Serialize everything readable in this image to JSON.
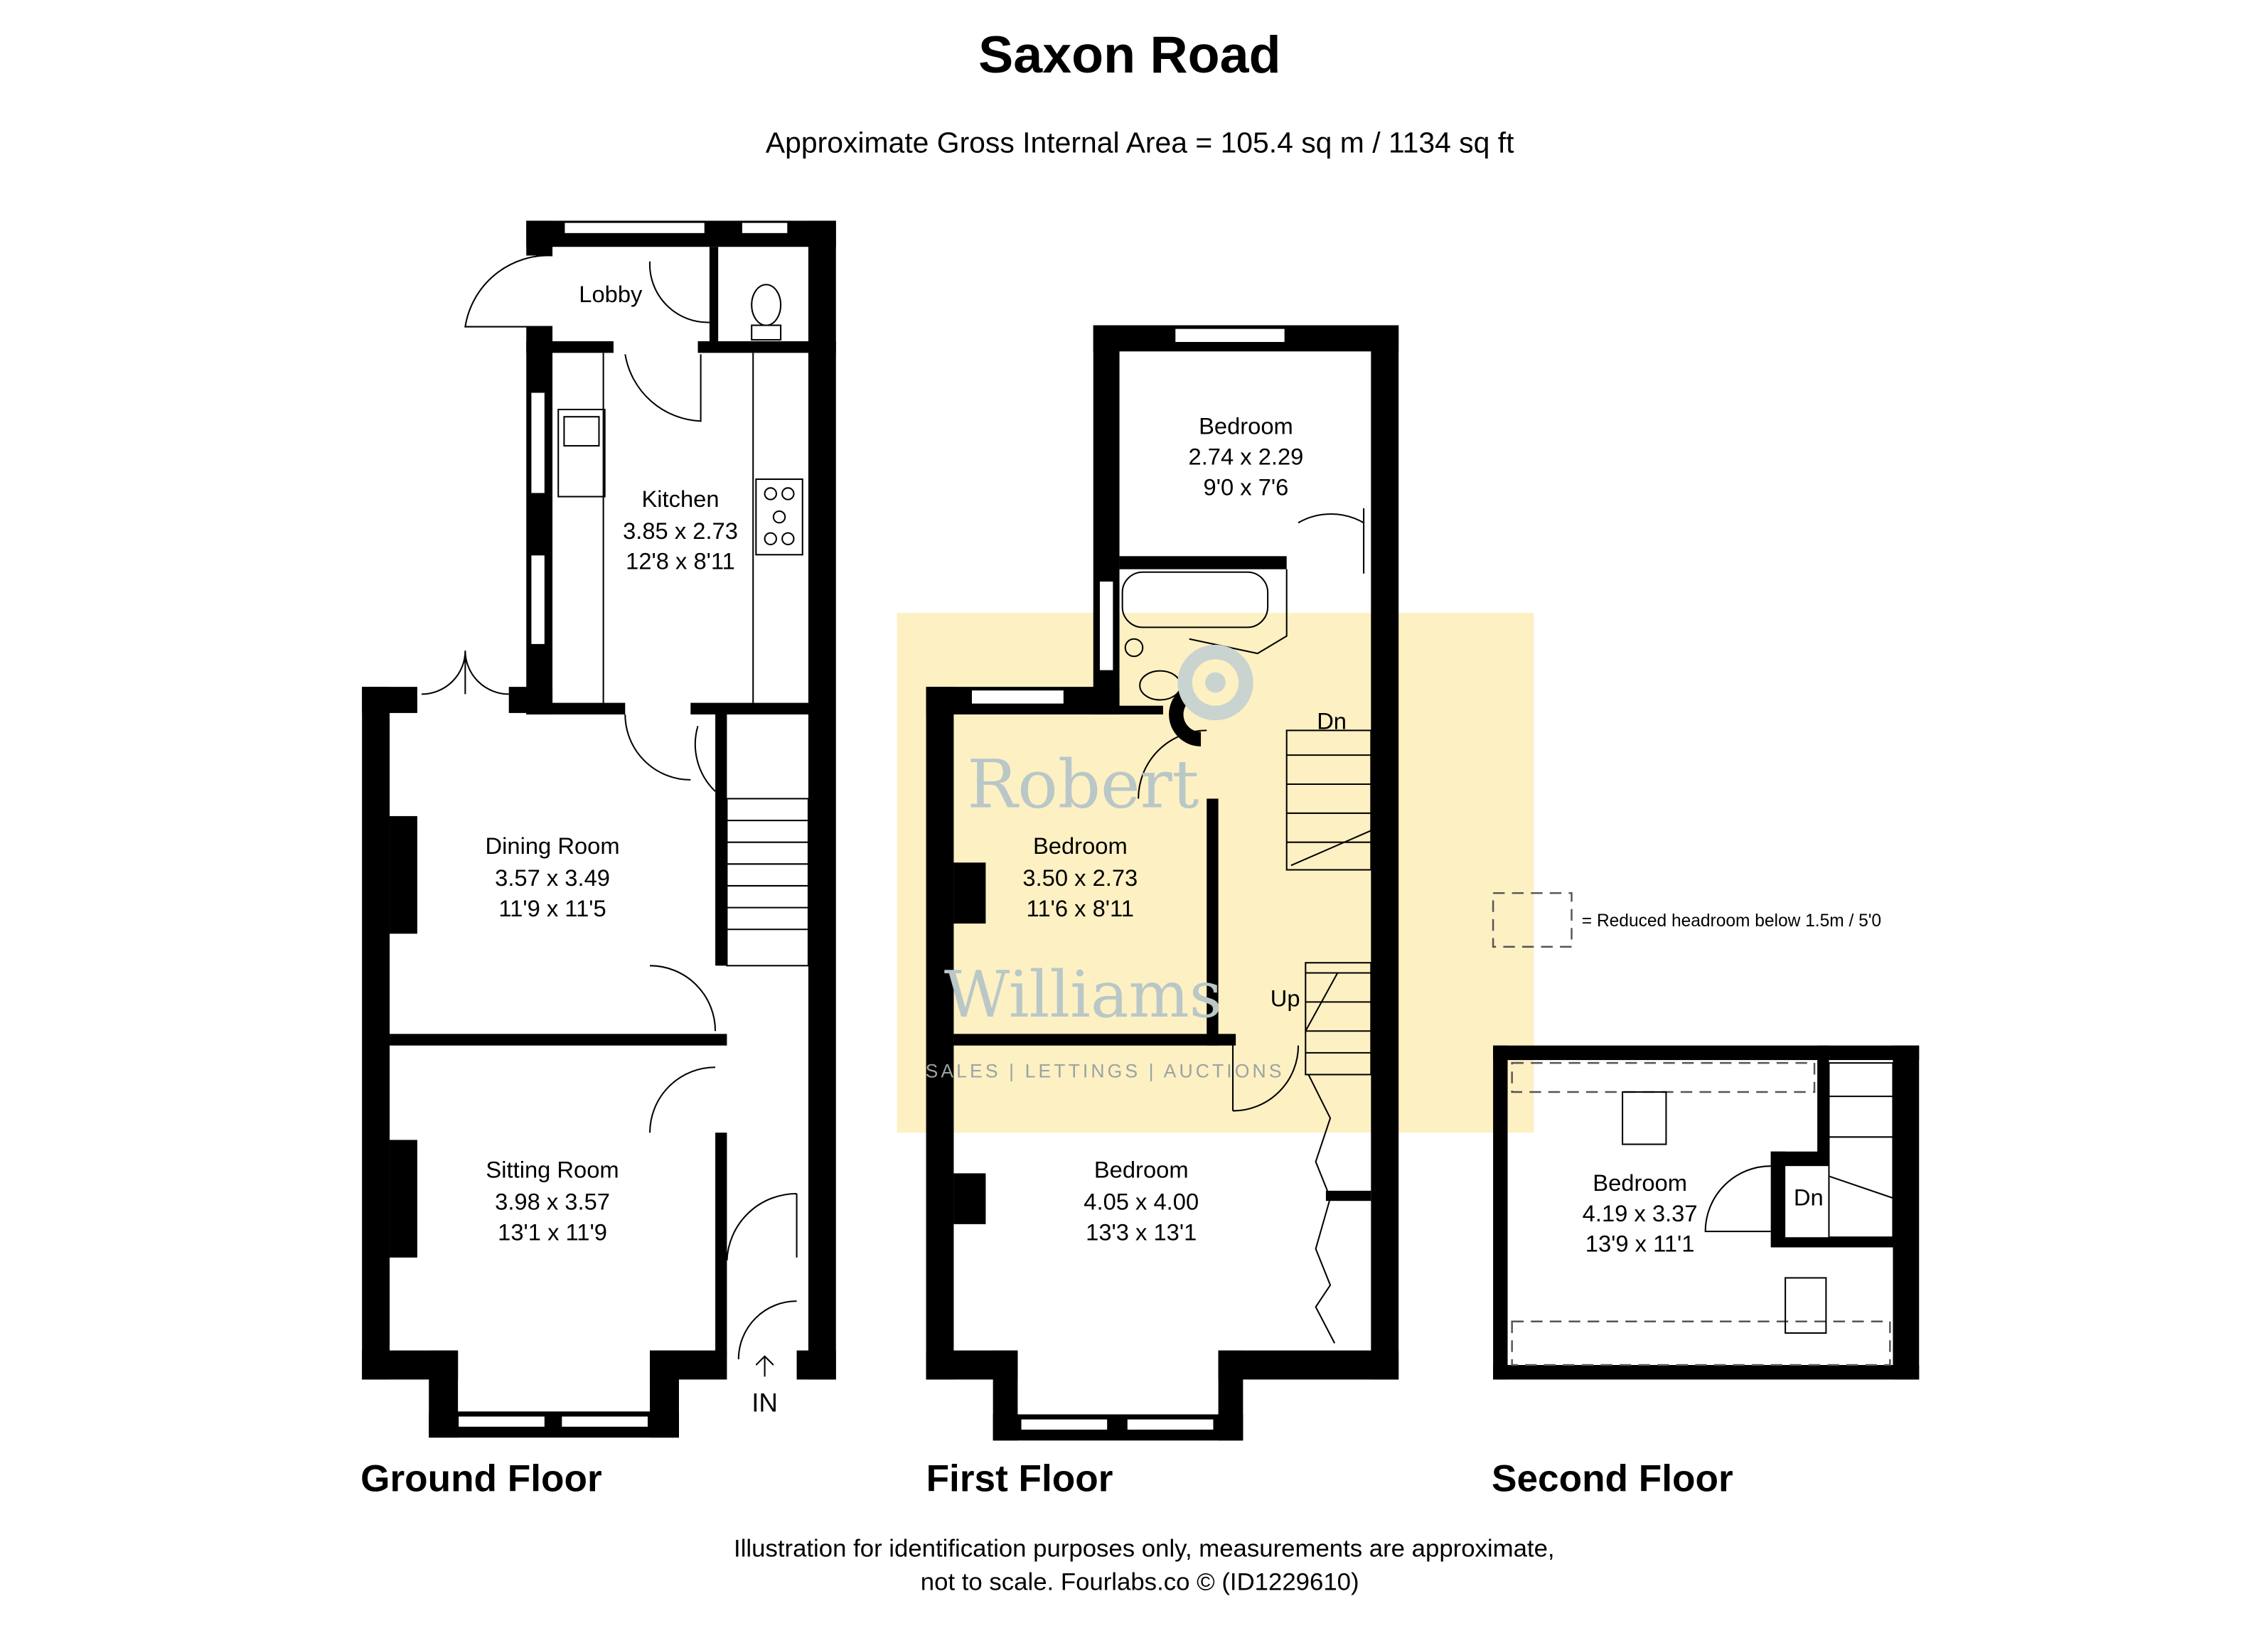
{
  "title": "Saxon Road",
  "area": "Approximate Gross Internal Area = 105.4 sq m / 1134 sq ft",
  "floors": {
    "ground": {
      "label": "Ground Floor",
      "rooms": [
        {
          "name": "Lobby"
        },
        {
          "name": "Kitchen",
          "metric": "3.85 x 2.73",
          "imperial": "12'8 x 8'11"
        },
        {
          "name": "Dining Room",
          "metric": "3.57 x 3.49",
          "imperial": "11'9 x 11'5"
        },
        {
          "name": "Sitting Room",
          "metric": "3.98 x 3.57",
          "imperial": "13'1 x 11'9"
        }
      ],
      "entrance": "IN"
    },
    "first": {
      "label": "First Floor",
      "rooms": [
        {
          "name": "Bedroom",
          "metric": "2.74 x 2.29",
          "imperial": "9'0 x 7'6"
        },
        {
          "name": "Bedroom",
          "metric": "3.50 x 2.73",
          "imperial": "11'6 x 8'11"
        },
        {
          "name": "Bedroom",
          "metric": "4.05 x 4.00",
          "imperial": "13'3 x 13'1"
        }
      ],
      "stairs_down": "Dn",
      "stairs_up": "Up"
    },
    "second": {
      "label": "Second Floor",
      "rooms": [
        {
          "name": "Bedroom",
          "metric": "4.19 x 3.37",
          "imperial": "13'9 x 11'1"
        }
      ],
      "stairs_down": "Dn"
    }
  },
  "legend": {
    "reduced_headroom": "= Reduced headroom below 1.5m / 5'0"
  },
  "watermark": {
    "name_line1": "Robert",
    "name_line2": "Williams",
    "tagline": "SALES | LETTINGS | AUCTIONS",
    "color": "#fdf0c3"
  },
  "footer": {
    "line1": "Illustration for identification purposes only, measurements are approximate,",
    "line2": "not to scale. Fourlabs.co © (ID1229610)"
  }
}
